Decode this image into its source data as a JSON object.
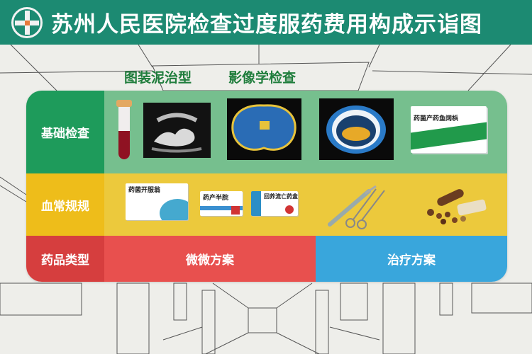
{
  "header": {
    "logo_icon": "hospital-cross-emblem-icon",
    "title": "苏州人民医院检查过度服药费用构成示诣图"
  },
  "top_labels": [
    "图装泥治型",
    "影像学检查"
  ],
  "rows": [
    {
      "label": "基础检查",
      "color": "#1e9b5b",
      "items": [
        "blood-test-tube",
        "ultrasound-scan",
        "ct-scan-brain",
        "ct-scan-abdomen",
        "medicine-box"
      ],
      "box_title": "药菌产药鱼阔梹"
    },
    {
      "label": "血常规规",
      "color": "#eebd1a",
      "items": [
        "medicine-box",
        "medicine-box",
        "medicine-box",
        "surgical-tools",
        "herbal-medicine"
      ],
      "box_titles": [
        "药菌开服翁",
        "药产半脘",
        "回养流亡药盒"
      ]
    },
    {
      "label": "药品类型",
      "color": "#d63e3e",
      "cells": [
        {
          "label": "微微方案",
          "color": "#e8504e"
        },
        {
          "label": "治疗方案",
          "color": "#39a6dc"
        }
      ]
    }
  ]
}
